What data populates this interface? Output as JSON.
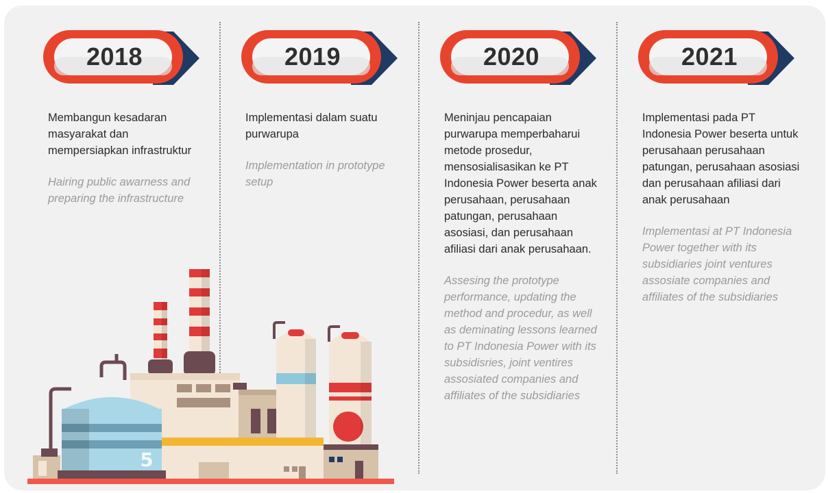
{
  "timeline": [
    {
      "year": "2018",
      "text_id": "Membangun kesadaran masyarakat dan mempersiapkan infrastruktur",
      "text_en": "Hairing public awarness and preparing the infrastructure"
    },
    {
      "year": "2019",
      "text_id": "Implementasi dalam suatu purwarupa",
      "text_en": "Implementation in prototype setup"
    },
    {
      "year": "2020",
      "text_id": "Meninjau pencapaian purwarupa memperbaharui metode prosedur, mensosialisasikan ke PT Indonesia Power beserta anak perusahaan, perusahaan patungan, perusahaan asosiasi, dan perusahaan afiliasi dari anak perusahaan.",
      "text_en": "Assesing the prototype performance, updating the method and procedur, as well as deminating lessons learned to PT Indonesia Power with its subsidisries, joint ventires assosiated companies and affiliates of the subsidiaries"
    },
    {
      "year": "2021",
      "text_id": "Implementasi pada PT Indonesia Power beserta untuk perusahaan perusahaan patungan, perusahaan asosiasi dan perusahaan afiliasi dari anak perusahaan",
      "text_en": "Implementasi at PT Indonesia Power together with its subsidiaries joint ventures assosiate companies and affiliates of the subsidiaries"
    }
  ],
  "factory": {
    "tank_label": "5"
  },
  "colors": {
    "badge_red": "#e8442d",
    "badge_arrow": "#1f3a63",
    "panel_bg": "#f1f1f2",
    "floor": "#f0584a"
  }
}
